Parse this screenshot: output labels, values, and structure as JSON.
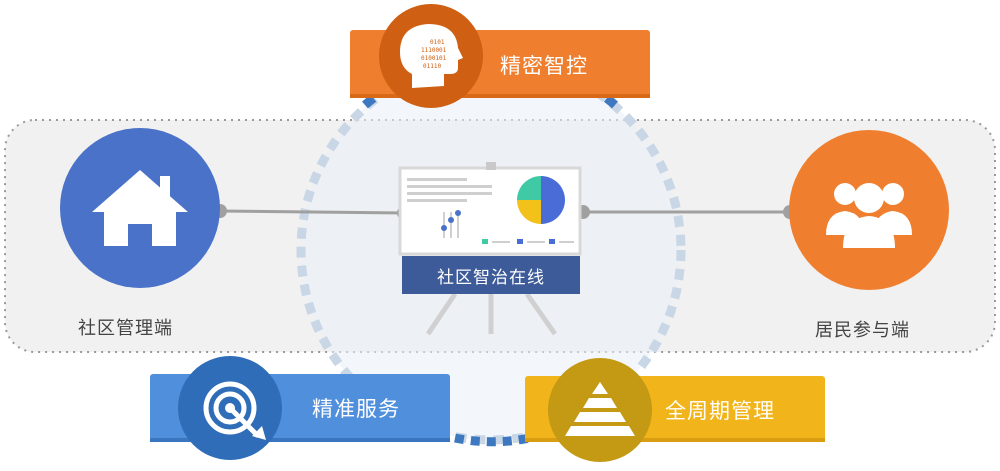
{
  "nodes": {
    "community_admin": {
      "label": "社区管理端",
      "color": "#4a72c9",
      "icon": "house-icon"
    },
    "resident": {
      "label": "居民参与端",
      "color": "#ef7f2e",
      "icon": "people-icon"
    },
    "center": {
      "label": "社区智治在线",
      "board_label_color": "#3e5b99"
    }
  },
  "badges": {
    "precise_control": {
      "label": "精密智控",
      "color": "#ef7f2e",
      "icon_color": "#cf5f12",
      "icon": "brain-head-icon"
    },
    "precise_service": {
      "label": "精准服务",
      "color": "#4f8fdc",
      "icon_color": "#2f6db8",
      "icon": "target-icon"
    },
    "lifecycle_mgmt": {
      "label": "全周期管理",
      "color": "#f2b41b",
      "icon_color": "#c49a15",
      "icon": "pyramid-icon"
    }
  },
  "colors": {
    "ring": "#c8d6e6",
    "ring_highlight": "#3d78c0",
    "container_border": "#9a9a9a",
    "container_fill": "#f1f1f1",
    "connector": "#a0a0a0"
  }
}
